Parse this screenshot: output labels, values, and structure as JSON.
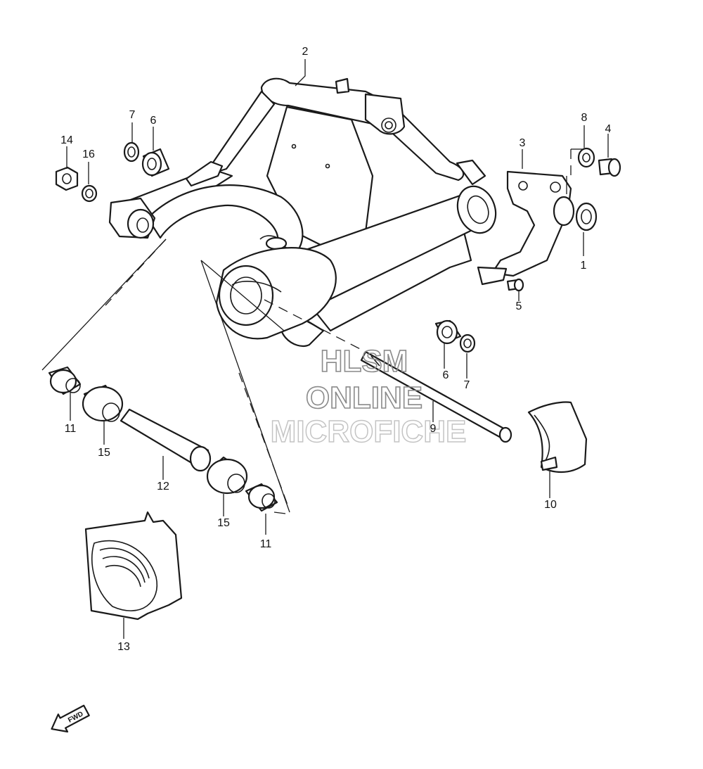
{
  "callouts": {
    "p1": "1",
    "p2": "2",
    "p3": "3",
    "p4": "4",
    "p5": "5",
    "p6a": "6",
    "p6b": "6",
    "p7a": "7",
    "p7b": "7",
    "p8": "8",
    "p9": "9",
    "p10": "10",
    "p11a": "11",
    "p11b": "11",
    "p12": "12",
    "p13": "13",
    "p14": "14",
    "p15a": "15",
    "p15b": "15",
    "p16": "16"
  },
  "watermark": {
    "line1": "HLSM",
    "line2": "ONLINE",
    "line3": "MICROFICHE"
  },
  "fwd_label": "FWD"
}
